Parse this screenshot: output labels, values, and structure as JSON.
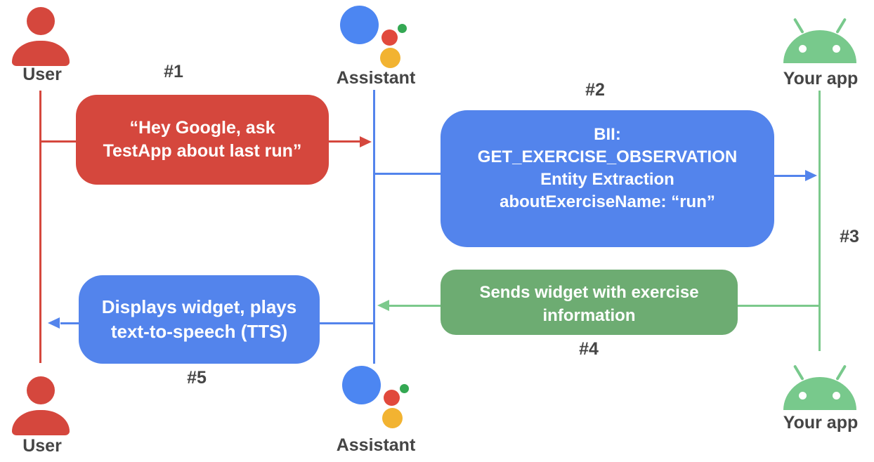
{
  "actors": {
    "user_top": "User",
    "assistant_top": "Assistant",
    "yourapp_top": "Your app",
    "user_bottom": "User",
    "assistant_bottom": "Assistant",
    "yourapp_bottom": "Your app"
  },
  "messages": {
    "m1": {
      "step": "#1",
      "from": "User",
      "to": "Assistant",
      "lines": [
        "“Hey Google, ask",
        "TestApp about last run”"
      ]
    },
    "m2": {
      "step": "#2",
      "from": "Assistant",
      "to": "Your app",
      "lines": [
        "BII:",
        "GET_EXERCISE_OBSERVATION",
        "Entity Extraction",
        "aboutExerciseName: “run”"
      ]
    },
    "m3": {
      "step": "#3",
      "from": "Your app",
      "to": "Your app"
    },
    "m4": {
      "step": "#4",
      "from": "Your app",
      "to": "Assistant",
      "lines": [
        "Sends widget with exercise",
        "information"
      ]
    },
    "m5": {
      "step": "#5",
      "from": "Assistant",
      "to": "User",
      "lines": [
        "Displays widget, plays",
        "text-to-speech (TTS)"
      ]
    }
  },
  "colors": {
    "red": "#D5473D",
    "blue": "#5384EC",
    "green_box": "#6DAC72",
    "android_green": "#78C98C",
    "green_line": "#7CC98C",
    "logo_blue": "#4C86F2",
    "logo_red": "#E1493C",
    "logo_yellow": "#F2B331",
    "logo_green": "#34A853",
    "label_text": "#454545",
    "box_text": "#FFFFFF"
  }
}
